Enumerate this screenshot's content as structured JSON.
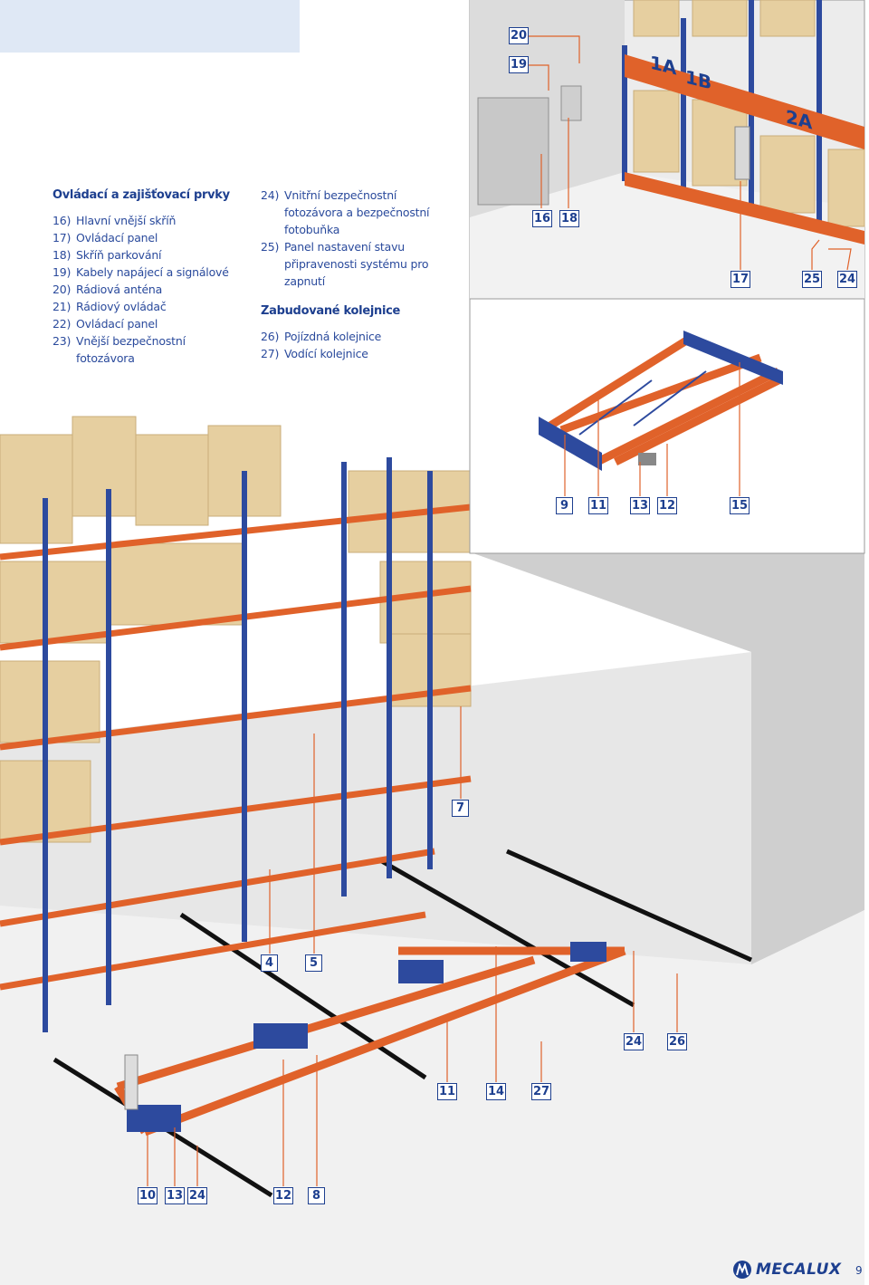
{
  "legend_left": {
    "title": "Ovládací a zajišťovací prvky",
    "items": [
      {
        "num": "16)",
        "text": "Hlavní vnější skříň"
      },
      {
        "num": "17)",
        "text": "Ovládací panel"
      },
      {
        "num": "18)",
        "text": "Skříň parkování"
      },
      {
        "num": "19)",
        "text": "Kabely napájecí a signálové"
      },
      {
        "num": "20)",
        "text": "Rádiová anténa"
      },
      {
        "num": "21)",
        "text": "Rádiový ovládač"
      },
      {
        "num": "22)",
        "text": "Ovládací panel"
      },
      {
        "num": "23)",
        "text": "Vnější bezpečnostní fotozávora"
      }
    ]
  },
  "legend_right": {
    "items": [
      {
        "num": "24)",
        "text": "Vnitřní bezpečnostní fotozávora a bezpečnostní fotobuňka"
      },
      {
        "num": "25)",
        "text": "Panel nastavení stavu připravenosti systému pro zapnutí"
      }
    ],
    "rails_title": "Zabudované kolejnice",
    "rails_items": [
      {
        "num": "26)",
        "text": "Pojízdná kolejnice"
      },
      {
        "num": "27)",
        "text": "Vodící kolejnice"
      }
    ]
  },
  "callouts": {
    "c20": "20",
    "c19": "19",
    "c16": "16",
    "c18": "18",
    "c17": "17",
    "c25": "25",
    "c24a": "24",
    "c9": "9",
    "c11a": "11",
    "c13a": "13",
    "c12a": "12",
    "c15": "15",
    "c7": "7",
    "c4": "4",
    "c5": "5",
    "c24b": "24",
    "c26": "26",
    "c11b": "11",
    "c14": "14",
    "c27": "27",
    "c10": "10",
    "c13b": "13",
    "c24c": "24",
    "c12b": "12",
    "c8": "8"
  },
  "pallet_labels": {
    "a": "1A",
    "b": "1B",
    "c": "2A"
  },
  "footer": {
    "brand": "MECALUX",
    "page": "9"
  },
  "colors": {
    "brand_blue": "#1d3f8f",
    "rack_orange": "#e0622a",
    "upright_blue": "#2d4a9e",
    "box_tan": "#e6cfa0",
    "wall_grey": "#d6d6d6"
  }
}
